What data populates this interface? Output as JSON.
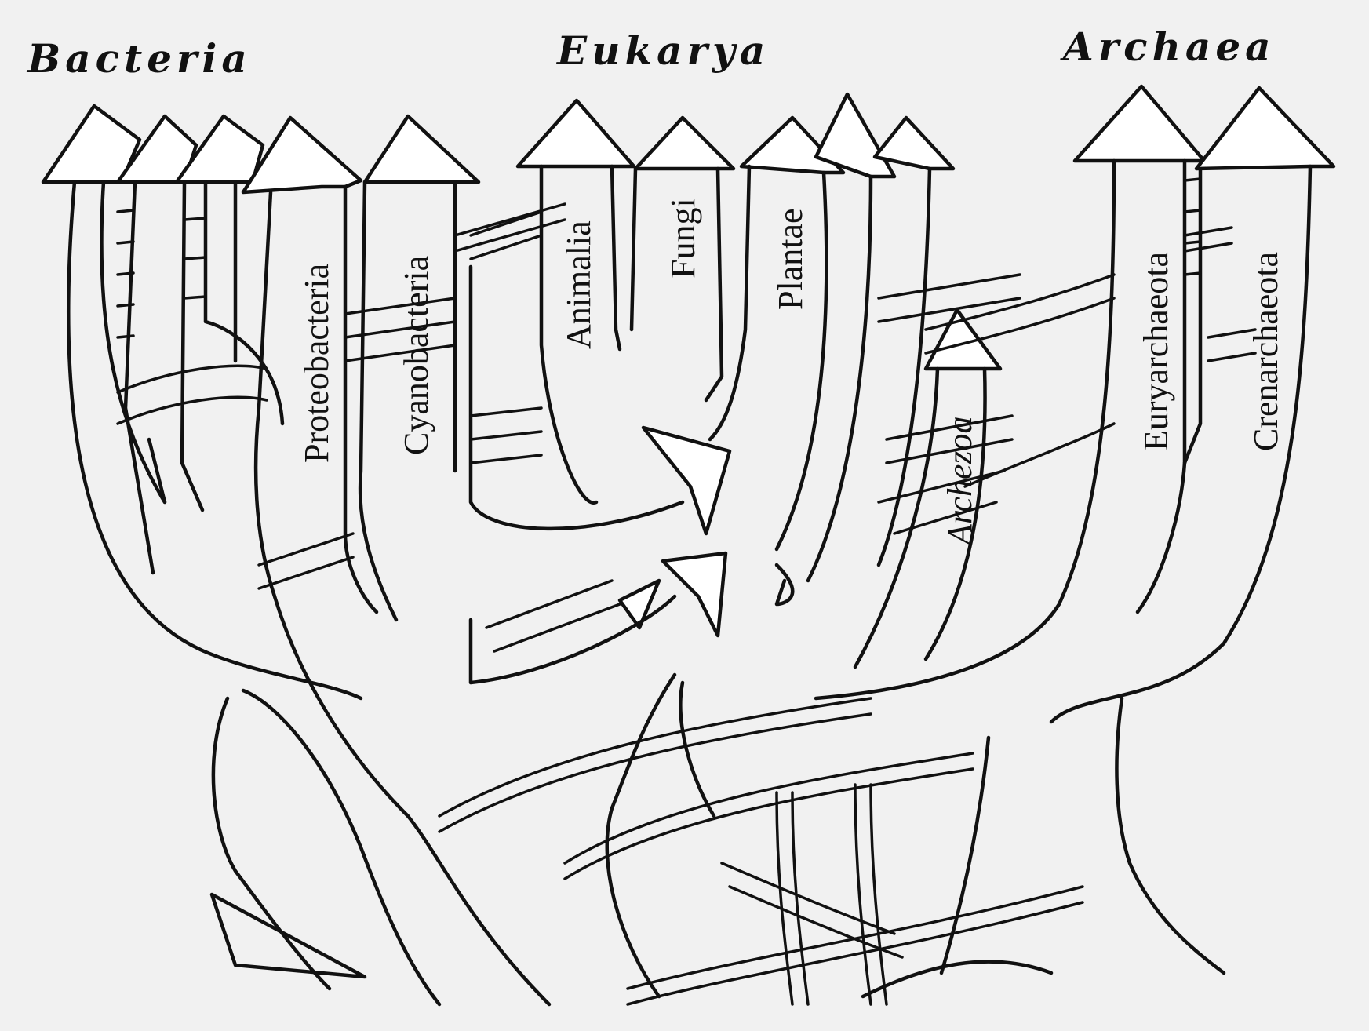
{
  "domains": [
    {
      "label": "Bacteria"
    },
    {
      "label": "Eukarya"
    },
    {
      "label": "Archaea"
    }
  ],
  "groups": [
    {
      "label": "Proteobacteria"
    },
    {
      "label": "Cyanobacteria"
    },
    {
      "label": "Animalia"
    },
    {
      "label": "Fungi"
    },
    {
      "label": "Plantae"
    },
    {
      "label": "Archezoa"
    },
    {
      "label": "Euryarchaeota"
    },
    {
      "label": "Crenarchaeota"
    }
  ]
}
